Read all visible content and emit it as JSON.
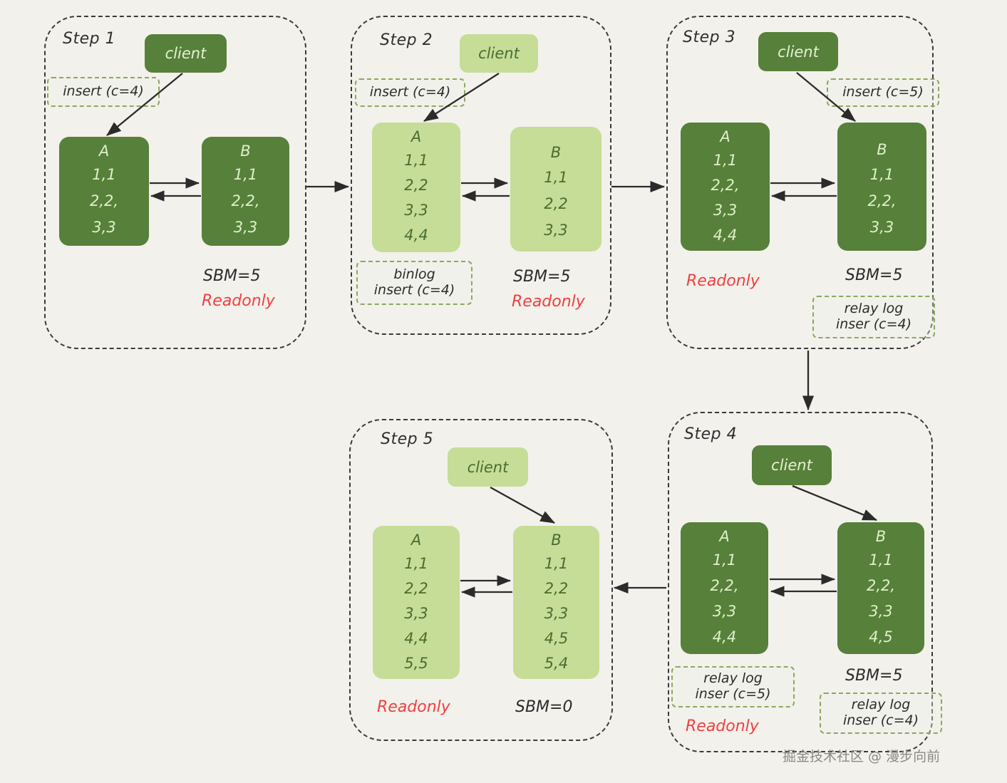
{
  "diagram": {
    "title": "MySQL master-slave switch steps",
    "background_color": "#f2f1ec",
    "watermark": "掘金技术社区 @ 漫步向前",
    "colors": {
      "dark_green": "#57803b",
      "light_green": "#c5dd96",
      "readonly_red": "#f04040",
      "tag_border": "#8ca85e",
      "container_border": "#3a3a3a"
    }
  },
  "steps": [
    {
      "id": "step-1",
      "title": "Step 1",
      "shade": "dark",
      "client_label": "client",
      "tags": [
        {
          "name": "insert-tag",
          "lines": [
            "insert (c=4)"
          ]
        }
      ],
      "node_a": {
        "label": "A",
        "rows": [
          "1,1",
          "2,2,",
          "3,3"
        ]
      },
      "node_b": {
        "label": "B",
        "rows": [
          "1,1",
          "2,2,",
          "3,3"
        ]
      },
      "sbm": "SBM=5",
      "readonly": "Readonly"
    },
    {
      "id": "step-2",
      "title": "Step 2",
      "shade": "light",
      "client_label": "client",
      "tags": [
        {
          "name": "insert-tag",
          "lines": [
            "insert (c=4)"
          ]
        },
        {
          "name": "binlog-tag",
          "lines": [
            "binlog",
            "insert (c=4)"
          ]
        }
      ],
      "node_a": {
        "label": "A",
        "rows": [
          "1,1",
          "2,2",
          "3,3",
          "4,4"
        ]
      },
      "node_b": {
        "label": "B",
        "rows": [
          "1,1",
          "2,2",
          "3,3"
        ]
      },
      "sbm": "SBM=5",
      "readonly": "Readonly"
    },
    {
      "id": "step-3",
      "title": "Step 3",
      "shade": "dark",
      "client_label": "client",
      "tags": [
        {
          "name": "insert-tag",
          "lines": [
            "insert (c=5)"
          ]
        },
        {
          "name": "relay-log-tag",
          "lines": [
            "relay log",
            "inser (c=4)"
          ]
        }
      ],
      "node_a": {
        "label": "A",
        "rows": [
          "1,1",
          "2,2,",
          "3,3",
          "4,4"
        ]
      },
      "node_b": {
        "label": "B",
        "rows": [
          "1,1",
          "2,2,",
          "3,3"
        ]
      },
      "sbm": "SBM=5",
      "readonly": "Readonly"
    },
    {
      "id": "step-4",
      "title": "Step 4",
      "shade": "dark",
      "client_label": "client",
      "tags": [
        {
          "name": "relay-log-a-tag",
          "lines": [
            "relay log",
            "inser (c=5)"
          ]
        },
        {
          "name": "relay-log-b-tag",
          "lines": [
            "relay log",
            "inser (c=4)"
          ]
        }
      ],
      "node_a": {
        "label": "A",
        "rows": [
          "1,1",
          "2,2,",
          "3,3",
          "4,4"
        ]
      },
      "node_b": {
        "label": "B",
        "rows": [
          "1,1",
          "2,2,",
          "3,3",
          "4,5"
        ]
      },
      "sbm": "SBM=5",
      "readonly": "Readonly"
    },
    {
      "id": "step-5",
      "title": "Step 5",
      "shade": "light",
      "client_label": "client",
      "tags": [],
      "node_a": {
        "label": "A",
        "rows": [
          "1,1",
          "2,2",
          "3,3",
          "4,4",
          "5,5"
        ]
      },
      "node_b": {
        "label": "B",
        "rows": [
          "1,1",
          "2,2",
          "3,3",
          "4,5",
          "5,4"
        ]
      },
      "sbm": "SBM=0",
      "readonly": "Readonly"
    }
  ]
}
